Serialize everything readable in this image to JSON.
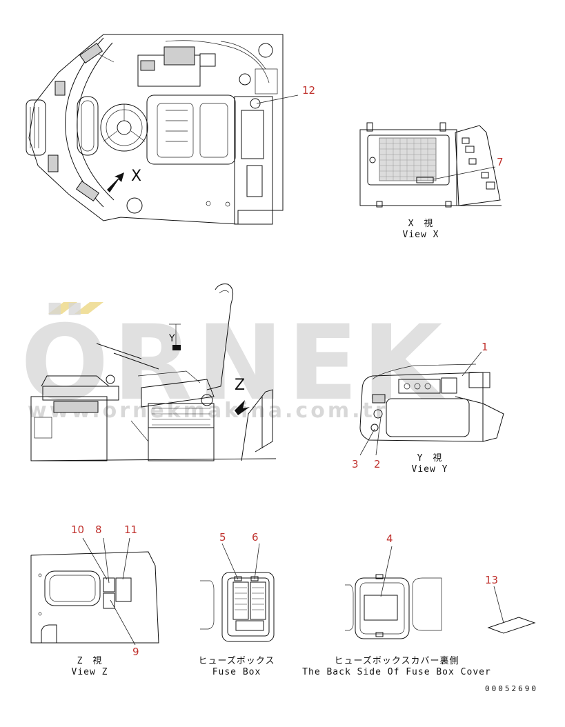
{
  "watermark": {
    "brand": "ÖRNEK",
    "url": "www.ornekmakina.com.tr"
  },
  "callouts": {
    "n1": "1",
    "n2": "2",
    "n3": "3",
    "n4": "4",
    "n5": "5",
    "n6": "6",
    "n7": "7",
    "n8": "8",
    "n9": "9",
    "n10": "10",
    "n11": "11",
    "n12": "12",
    "n13": "13"
  },
  "views": {
    "view_x": {
      "jp": "X　視",
      "en": "View X"
    },
    "view_y": {
      "jp": "Y　視",
      "en": "View Y"
    },
    "view_z": {
      "jp": "Z　視",
      "en": "View Z"
    },
    "fuse_box": {
      "jp": "ヒューズボックス",
      "en": "Fuse Box"
    },
    "fuse_cover": {
      "jp": "ヒューズボックスカバー裏側",
      "en": "The Back Side Of Fuse Box Cover"
    }
  },
  "markers": {
    "x_marker": "X",
    "y_marker": "Y",
    "z_marker": "Z"
  },
  "drawing_number": "00052690",
  "colors": {
    "callout_number": "#c0322e",
    "line": "#111111",
    "watermark": "#d6d6d6"
  }
}
